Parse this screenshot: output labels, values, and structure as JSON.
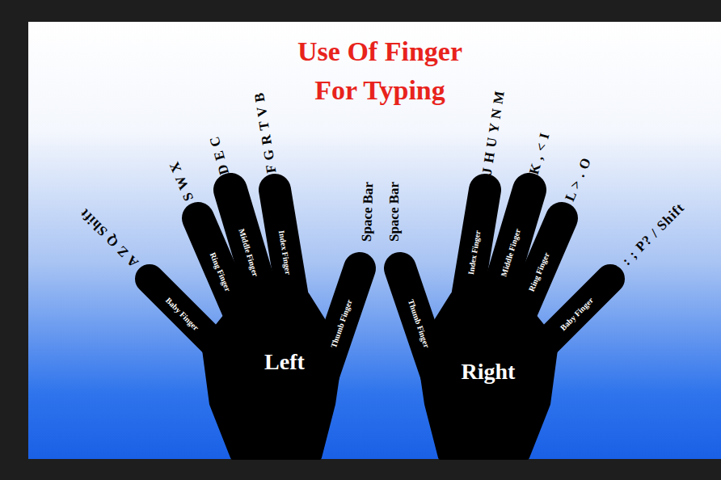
{
  "diagram": {
    "title": "Use Of Finger For Typing",
    "labels": [
      "A Z Q Shift",
      "Baby Finger",
      "S W X",
      "Ring Finger",
      "D E C",
      "Middle Finger",
      "F G R T V B",
      "Index Finger",
      "Space Bar",
      "Thumb Finger",
      "Left",
      "Space Bar",
      "Thumb Finger",
      "J H U Y N M",
      "Index Finger",
      "K , < I",
      "Middle Finger",
      "L > . O",
      "Ring Finger",
      ": ; P? / Shift",
      "Baby Finger",
      "Right"
    ]
  }
}
